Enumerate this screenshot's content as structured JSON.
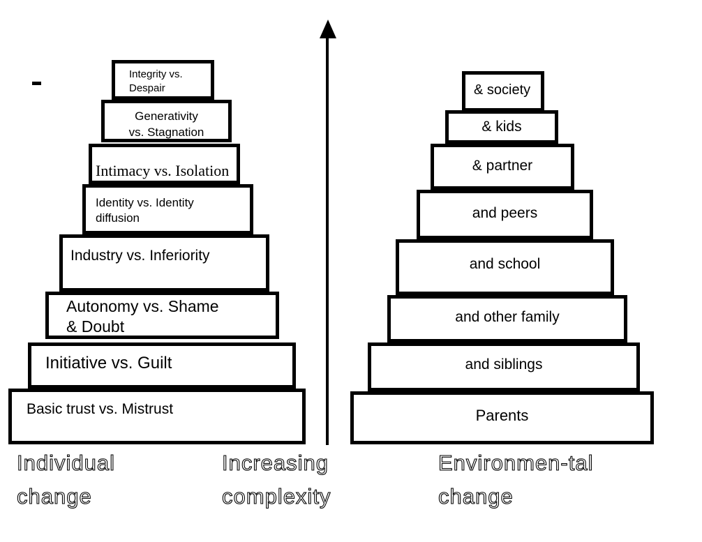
{
  "diagram": {
    "stray_dash": "-",
    "arrow": {
      "direction": "up",
      "meaning_caption": "Increasing\ncomplexity"
    },
    "left_pyramid": {
      "caption": "Individual\nchange",
      "levels_top_to_bottom": [
        {
          "label": "Integrity vs.\nDespair"
        },
        {
          "label": "Generativity\nvs.  Stagnation"
        },
        {
          "label": "Intimacy vs.  Isolation"
        },
        {
          "label": "Identity vs. Identity\ndiffusion"
        },
        {
          "label": "Industry vs.  Inferiority"
        },
        {
          "label": "Autonomy vs.  Shame\n& Doubt"
        },
        {
          "label": "Initiative vs.  Guilt"
        },
        {
          "label": "Basic trust vs.  Mistrust"
        }
      ]
    },
    "right_pyramid": {
      "caption": "Environmen-tal\nchange",
      "levels_top_to_bottom": [
        {
          "label": "& society"
        },
        {
          "label": "& kids"
        },
        {
          "label": "& partner"
        },
        {
          "label": "and peers"
        },
        {
          "label": "and school"
        },
        {
          "label": "and other family"
        },
        {
          "label": "and siblings"
        },
        {
          "label": "Parents"
        }
      ]
    },
    "captions": {
      "left": "Individual\nchange",
      "middle": "Increasing\ncomplexity",
      "right": "Environmen-tal\nchange"
    },
    "colors": {
      "background": "#ffffff",
      "stroke": "#000000"
    }
  }
}
